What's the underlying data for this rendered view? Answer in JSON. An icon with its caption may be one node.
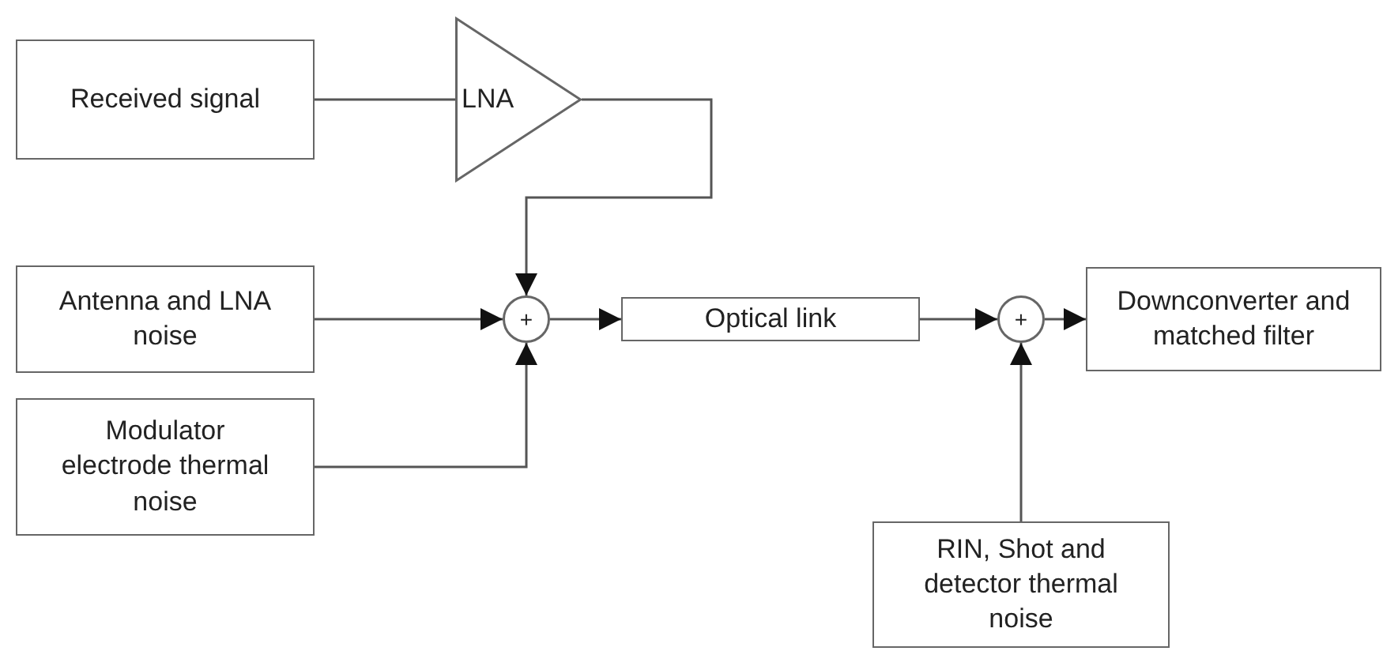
{
  "diagram": {
    "nodes": [
      {
        "text": [
          "Received signal"
        ]
      },
      {
        "text": [
          "LNA"
        ]
      },
      {
        "text": [
          "Antenna and LNA noise"
        ]
      },
      {
        "text": [
          "Modulator electrode thermal noise"
        ]
      },
      {
        "text": [
          "+"
        ]
      },
      {
        "text": [
          "Optical link"
        ]
      },
      {
        "text": [
          "+"
        ]
      },
      {
        "text": [
          "Downconverter and matched filter"
        ]
      },
      {
        "text": [
          "RIN, Shot and detector thermal noise"
        ]
      }
    ],
    "edges": [
      {
        "from": 0,
        "to": 1,
        "arrow": "none"
      },
      {
        "from": 1,
        "to": 4,
        "arrow": "to"
      },
      {
        "from": 2,
        "to": 4,
        "arrow": "to"
      },
      {
        "from": 3,
        "to": 4,
        "arrow": "to"
      },
      {
        "from": 4,
        "to": 5,
        "arrow": "to"
      },
      {
        "from": 5,
        "to": 6,
        "arrow": "to"
      },
      {
        "from": 8,
        "to": 6,
        "arrow": "to"
      },
      {
        "from": 6,
        "to": 7,
        "arrow": "to"
      }
    ]
  }
}
